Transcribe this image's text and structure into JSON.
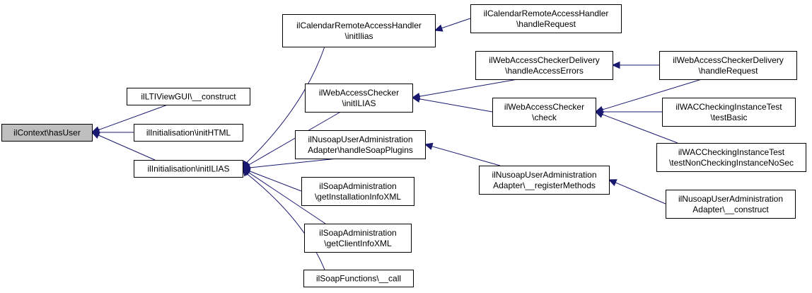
{
  "graph": {
    "edge_color": "#191970",
    "root_fill": "#bfbfbf",
    "nodes": [
      {
        "id": "hasUser",
        "lines": [
          "ilContext\\hasUser"
        ],
        "root": true
      },
      {
        "id": "ltiConstruct",
        "lines": [
          "ilLTIViewGUI\\__construct"
        ]
      },
      {
        "id": "initHTML",
        "lines": [
          "ilInitialisation\\initHTML"
        ]
      },
      {
        "id": "initILIAS",
        "lines": [
          "ilInitialisation\\initILIAS"
        ]
      },
      {
        "id": "calInitIlias",
        "lines": [
          "ilCalendarRemoteAccessHandler",
          "\\initIlias"
        ]
      },
      {
        "id": "calHandleRequest",
        "lines": [
          "ilCalendarRemoteAccessHandler",
          "\\handleRequest"
        ]
      },
      {
        "id": "wacInitILIAS",
        "lines": [
          "ilWebAccessChecker",
          "\\initILIAS"
        ]
      },
      {
        "id": "wacdHandleAccessErrors",
        "lines": [
          "ilWebAccessCheckerDelivery",
          "\\handleAccessErrors"
        ]
      },
      {
        "id": "wacdHandleRequest",
        "lines": [
          "ilWebAccessCheckerDelivery",
          "\\handleRequest"
        ]
      },
      {
        "id": "wacCheck",
        "lines": [
          "ilWebAccessChecker",
          "\\check"
        ]
      },
      {
        "id": "testBasic",
        "lines": [
          "ilWACCheckingInstanceTest",
          "\\testBasic"
        ]
      },
      {
        "id": "testNonChecking",
        "lines": [
          "ilWACCheckingInstanceTest",
          "\\testNonCheckingInstanceNoSec"
        ]
      },
      {
        "id": "nusoapHandlePlugins",
        "lines": [
          "ilNusoapUserAdministration",
          "Adapter\\handleSoapPlugins"
        ]
      },
      {
        "id": "nusoapRegister",
        "lines": [
          "ilNusoapUserAdministration",
          "Adapter\\__registerMethods"
        ]
      },
      {
        "id": "nusoapConstruct",
        "lines": [
          "ilNusoapUserAdministration",
          "Adapter\\__construct"
        ]
      },
      {
        "id": "soapInstallInfo",
        "lines": [
          "ilSoapAdministration",
          "\\getInstallationInfoXML"
        ]
      },
      {
        "id": "soapClientInfo",
        "lines": [
          "ilSoapAdministration",
          "\\getClientInfoXML"
        ]
      },
      {
        "id": "soapCall",
        "lines": [
          "ilSoapFunctions\\__call"
        ]
      }
    ],
    "edges": [
      {
        "from": "ltiConstruct",
        "to": "hasUser"
      },
      {
        "from": "initHTML",
        "to": "hasUser"
      },
      {
        "from": "initILIAS",
        "to": "hasUser"
      },
      {
        "from": "calInitIlias",
        "to": "initILIAS"
      },
      {
        "from": "wacInitILIAS",
        "to": "initILIAS"
      },
      {
        "from": "nusoapHandlePlugins",
        "to": "initILIAS"
      },
      {
        "from": "soapInstallInfo",
        "to": "initILIAS"
      },
      {
        "from": "soapClientInfo",
        "to": "initILIAS"
      },
      {
        "from": "soapCall",
        "to": "initILIAS"
      },
      {
        "from": "calHandleRequest",
        "to": "calInitIlias"
      },
      {
        "from": "wacdHandleAccessErrors",
        "to": "wacInitILIAS"
      },
      {
        "from": "wacCheck",
        "to": "wacInitILIAS"
      },
      {
        "from": "wacdHandleRequest",
        "to": "wacdHandleAccessErrors"
      },
      {
        "from": "wacdHandleRequest",
        "to": "wacCheck"
      },
      {
        "from": "testBasic",
        "to": "wacCheck"
      },
      {
        "from": "testNonChecking",
        "to": "wacCheck"
      },
      {
        "from": "nusoapRegister",
        "to": "nusoapHandlePlugins"
      },
      {
        "from": "nusoapConstruct",
        "to": "nusoapRegister"
      }
    ]
  }
}
